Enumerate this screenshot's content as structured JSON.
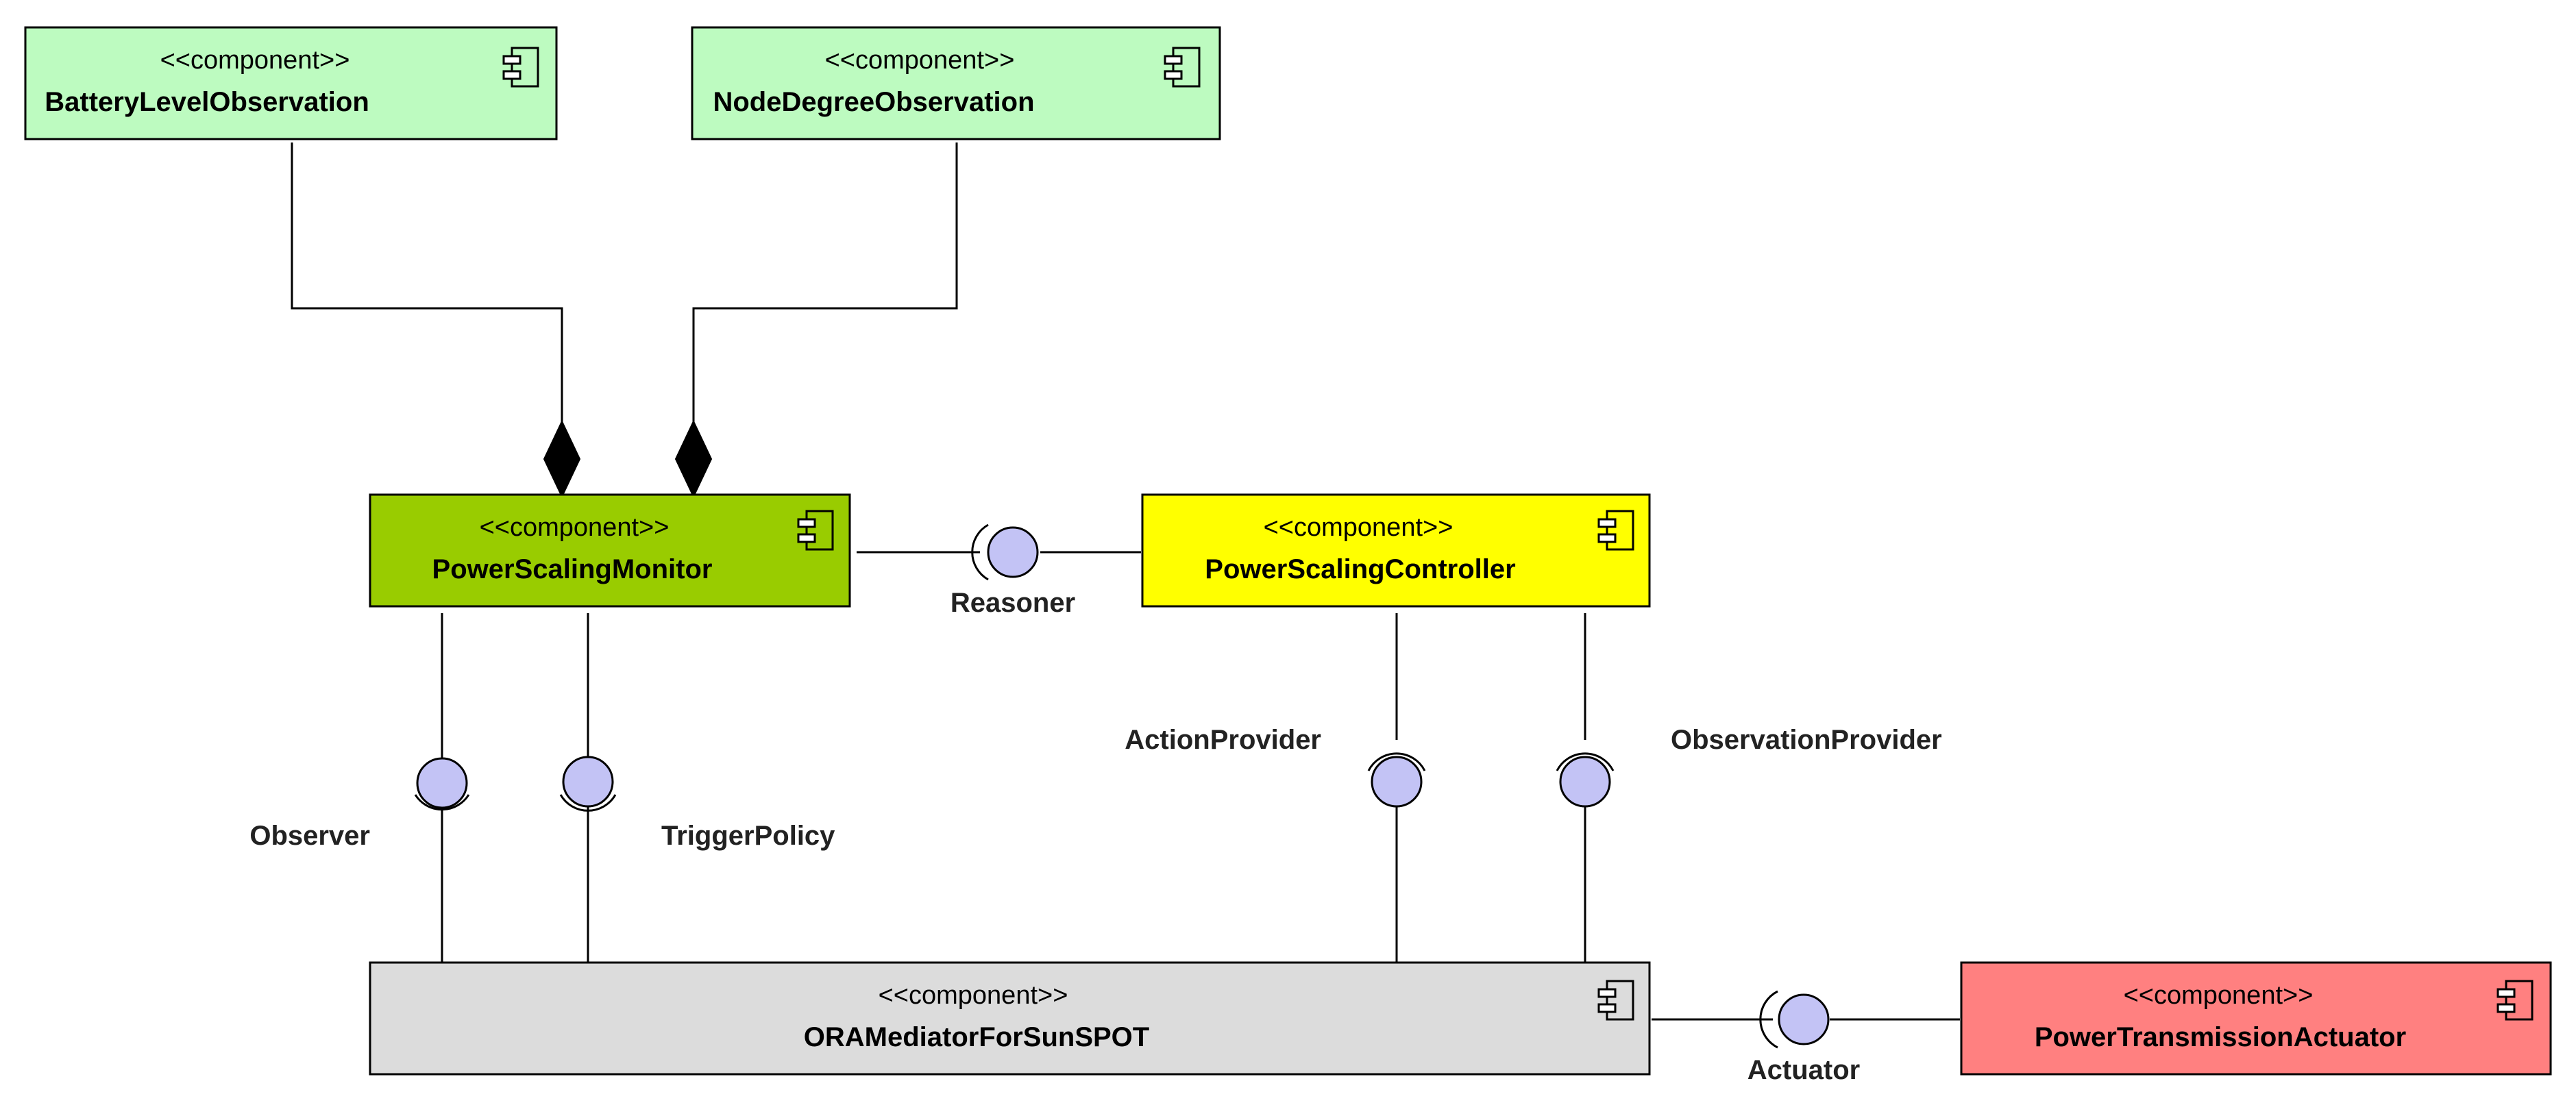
{
  "diagram": {
    "components": {
      "battery": {
        "stereotype": "<<component>>",
        "name": "BatteryLevelObservation",
        "color": "#bdfbc0"
      },
      "nodedegree": {
        "stereotype": "<<component>>",
        "name": "NodeDegreeObservation",
        "color": "#bdfbc0"
      },
      "monitor": {
        "stereotype": "<<component>>",
        "name": "PowerScalingMonitor",
        "color": "#99cc00"
      },
      "controller": {
        "stereotype": "<<component>>",
        "name": "PowerScalingController",
        "color": "#ffff00"
      },
      "mediator": {
        "stereotype": "<<component>>",
        "name": "ORAMediatorForSunSPOT",
        "color": "#dcdcdc"
      },
      "actuator": {
        "stereotype": "<<component>>",
        "name": "PowerTransmissionActuator",
        "color": "#ff8080"
      }
    },
    "interfaces": {
      "reasoner": "Reasoner",
      "observer": "Observer",
      "trigger_policy": "TriggerPolicy",
      "action_provider": "ActionProvider",
      "observation_provider": "ObservationProvider",
      "actuator": "Actuator"
    }
  }
}
